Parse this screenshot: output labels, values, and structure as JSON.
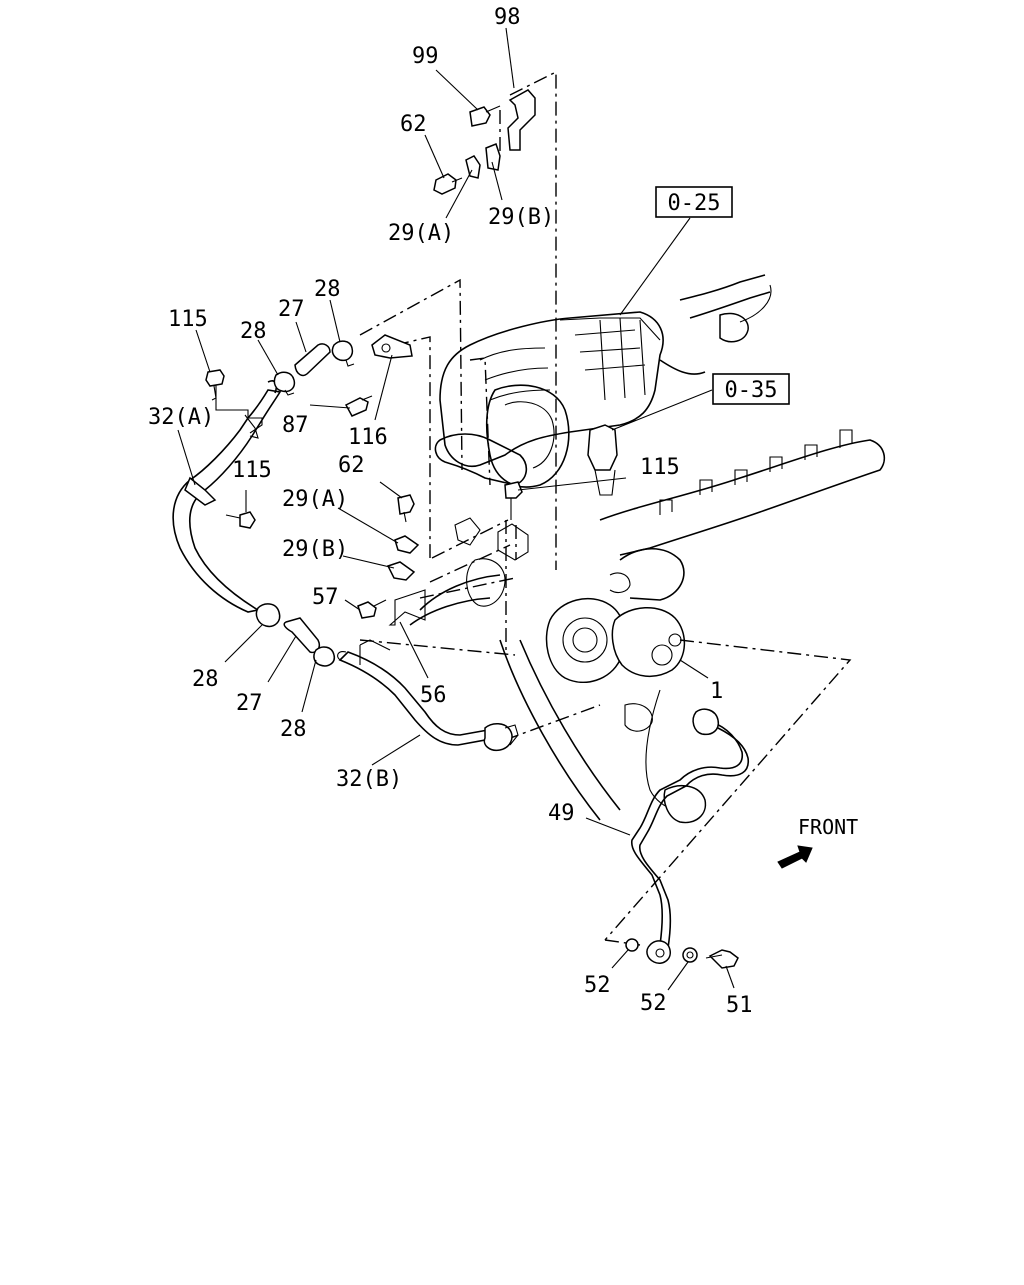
{
  "labels": {
    "p98": "98",
    "p99": "99",
    "p62_top": "62",
    "p29a_top": "29(A)",
    "p29b_top": "29(B)",
    "ref_025": "0-25",
    "ref_035": "0-35",
    "p115_left": "115",
    "p28_tl": "28",
    "p27_top": "27",
    "p28_tr": "28",
    "p87": "87",
    "p116": "116",
    "p32a": "32(A)",
    "p115_mid": "115",
    "p62_mid": "62",
    "p115_right": "115",
    "p29a_mid": "29(A)",
    "p29b_mid": "29(B)",
    "p57": "57",
    "p56": "56",
    "p1": "1",
    "p28_bl": "28",
    "p27_bot": "27",
    "p28_br": "28",
    "p32b": "32(B)",
    "p49": "49",
    "front": "FRONT",
    "p52_a": "52",
    "p52_b": "52",
    "p51": "51"
  }
}
